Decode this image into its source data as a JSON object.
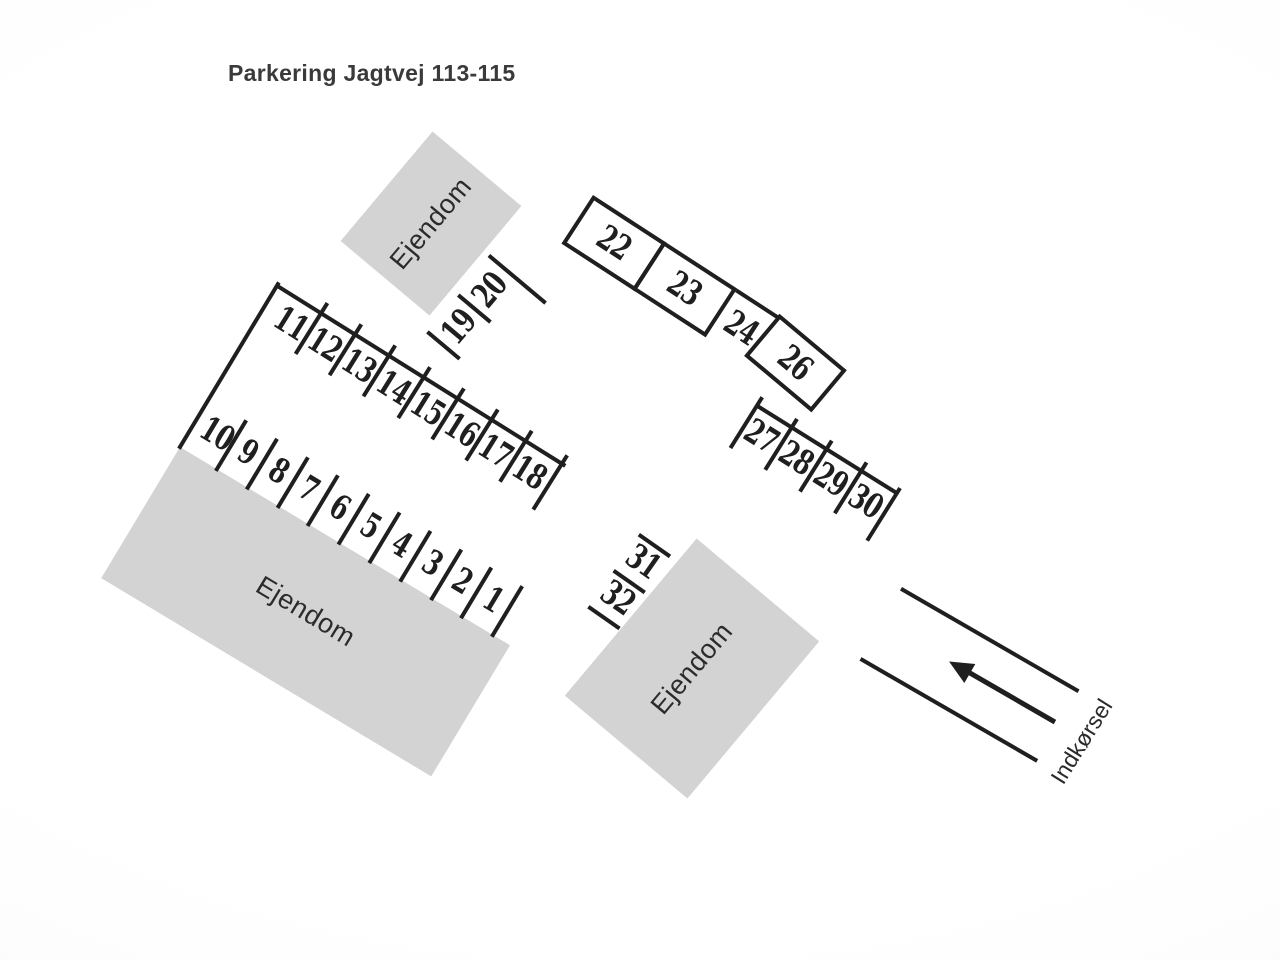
{
  "title": "Parkering Jagtvej 113-115",
  "buildings": {
    "top": {
      "label": "Ejendom"
    },
    "left": {
      "label": "Ejendom"
    },
    "middle": {
      "label": "Ejendom"
    }
  },
  "driveway": {
    "label": "Indkørsel"
  },
  "spots": {
    "row_1_10": [
      "10",
      "9",
      "8",
      "7",
      "6",
      "5",
      "4",
      "3",
      "2",
      "1"
    ],
    "row_11_18": [
      "11",
      "12",
      "13",
      "14",
      "15",
      "16",
      "17",
      "18"
    ],
    "row_19_20": [
      "19",
      "20"
    ],
    "row_22_26": [
      "22",
      "23",
      "24",
      "26"
    ],
    "row_27_30": [
      "27",
      "28",
      "29",
      "30"
    ],
    "row_31_32": [
      "31",
      "32"
    ]
  },
  "colors": {
    "ink": "#1f1f1f",
    "building_fill": "#d3d3d4",
    "label_color": "#2b2b2b",
    "title_color": "#3a3a3a",
    "background": "#ffffff"
  }
}
